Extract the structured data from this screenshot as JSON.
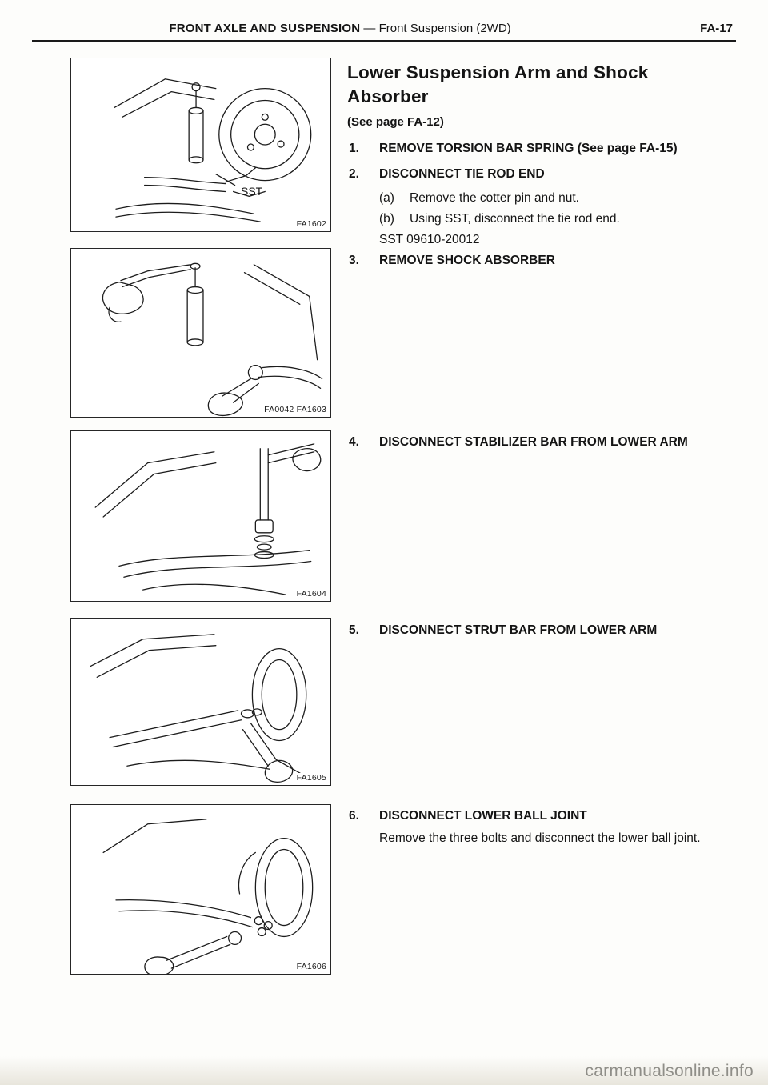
{
  "header": {
    "title_bold": "FRONT AXLE AND SUSPENSION",
    "title_rest": "— Front Suspension (2WD)",
    "page_number": "FA-17"
  },
  "section": {
    "title_line1": "Lower Suspension Arm and Shock",
    "title_line2": "Absorber",
    "see_page": "(See page FA-12)"
  },
  "steps": {
    "s1": {
      "num": "1.",
      "title": "REMOVE TORSION BAR SPRING (See page FA-15)"
    },
    "s2": {
      "num": "2.",
      "title": "DISCONNECT TIE ROD END",
      "a_label": "(a)",
      "a_text": "Remove the cotter pin and nut.",
      "b_label": "(b)",
      "b_text": "Using SST, disconnect the tie rod end.",
      "sst": "SST 09610-20012"
    },
    "s3": {
      "num": "3.",
      "title": "REMOVE SHOCK ABSORBER"
    },
    "s4": {
      "num": "4.",
      "title": "DISCONNECT STABILIZER BAR FROM LOWER ARM"
    },
    "s5": {
      "num": "5.",
      "title": "DISCONNECT STRUT BAR FROM LOWER ARM"
    },
    "s6": {
      "num": "6.",
      "title": "DISCONNECT LOWER BALL JOINT",
      "body": "Remove the three bolts and disconnect the lower ball joint."
    }
  },
  "figures": {
    "fig1": {
      "code": "FA1602",
      "callout": "SST"
    },
    "fig2": {
      "code": "FA0042 FA1603"
    },
    "fig3": {
      "code": "FA1604"
    },
    "fig4": {
      "code": "FA1605"
    },
    "fig5": {
      "code": "FA1606"
    }
  },
  "watermark": "carmanualsonline.info"
}
